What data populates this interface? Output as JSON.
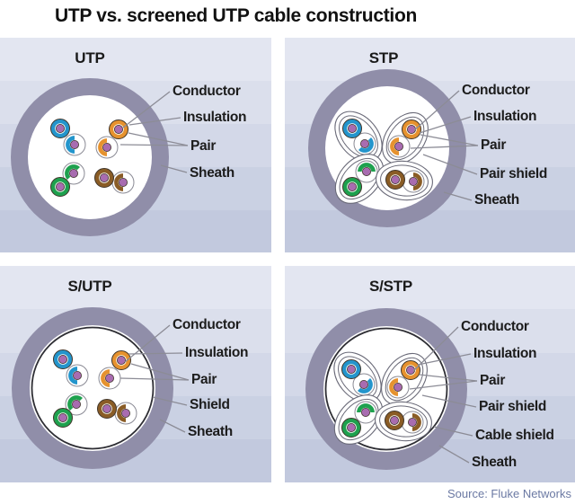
{
  "header": {
    "title": "UTP vs. screened UTP cable construction"
  },
  "source": {
    "text": "Source: Fluke Networks"
  },
  "colors": {
    "blue": "#2395cc",
    "orange": "#e6922e",
    "green": "#1ea14e",
    "brown": "#8a5c25",
    "cond": "#a86cb0",
    "sheath": "#908ea9",
    "shield": "#2e2e34",
    "lead": "#8c8c96",
    "band1": "#e3e6f1",
    "band2": "#dbdfec",
    "band3": "#d3d8e8",
    "band4": "#cad1e3",
    "band5": "#c2c9de",
    "src": "#6b79a3"
  },
  "panels": {
    "utp": {
      "title": "UTP",
      "labels": {
        "conductor": "Conductor",
        "insulation": "Insulation",
        "pair": "Pair",
        "sheath": "Sheath"
      }
    },
    "stp": {
      "title": "STP",
      "labels": {
        "conductor": "Conductor",
        "insulation": "Insulation",
        "pair": "Pair",
        "pair_shield": "Pair shield",
        "sheath": "Sheath"
      }
    },
    "sutp": {
      "title": "S/UTP",
      "labels": {
        "conductor": "Conductor",
        "insulation": "Insulation",
        "pair": "Pair",
        "shield": "Shield",
        "sheath": "Sheath"
      }
    },
    "sstp": {
      "title": "S/STP",
      "labels": {
        "conductor": "Conductor",
        "insulation": "Insulation",
        "pair": "Pair",
        "pair_shield": "Pair shield",
        "cable_shield": "Cable shield",
        "sheath": "Sheath"
      }
    }
  }
}
